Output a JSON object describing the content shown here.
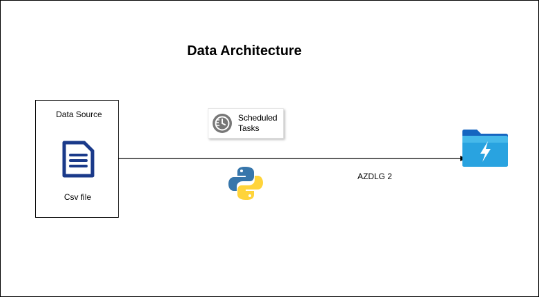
{
  "diagram": {
    "title": "Data Architecture",
    "source": {
      "title": "Data Source",
      "file_label": "Csv file",
      "icon": "document-icon"
    },
    "scheduler": {
      "label": "Scheduled Tasks",
      "icon": "clock-icon"
    },
    "tool": {
      "icon": "python-icon"
    },
    "destination": {
      "label": "AZDLG 2",
      "icon": "azure-data-lake-folder-icon"
    },
    "colors": {
      "document_blue": "#1a3a8a",
      "folder_blue": "#1e90d6",
      "folder_light": "#5ac8f0",
      "clock_gray": "#777777",
      "python_blue": "#3776ab",
      "python_yellow": "#ffd43b"
    }
  }
}
